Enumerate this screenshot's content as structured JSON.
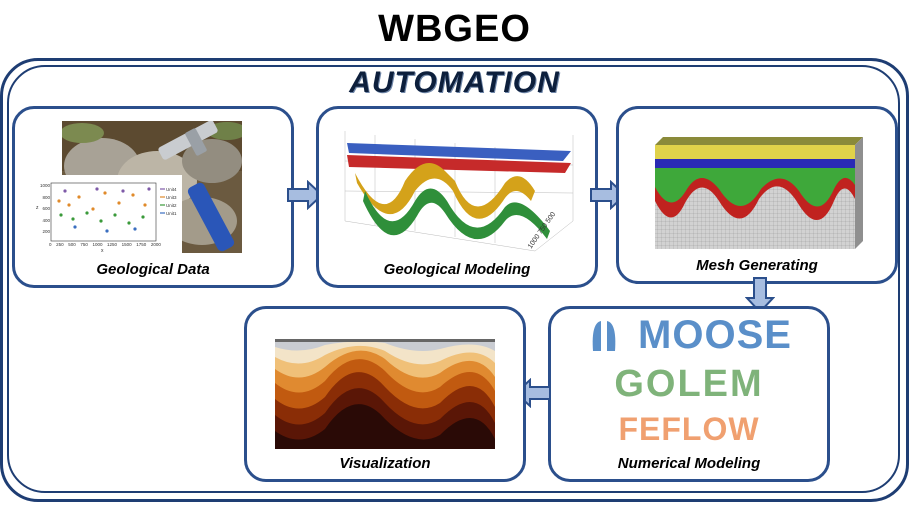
{
  "header": {
    "title": "WBGEO",
    "subtitle": "AUTOMATION"
  },
  "steps": [
    {
      "label": "Geological Data"
    },
    {
      "label": "Geological Modeling"
    },
    {
      "label": "Mesh Generating"
    },
    {
      "label": "Numerical Modeling"
    },
    {
      "label": "Visualization"
    }
  ],
  "software": [
    {
      "name": "MOOSE",
      "color": "#5a8fc9"
    },
    {
      "name": "GOLEM",
      "color": "#7fb37a"
    },
    {
      "name": "FEFLOW",
      "color": "#f0a070"
    }
  ],
  "scatter_plot": {
    "y_ticks": [
      "1000",
      "800",
      "600",
      "400",
      "200"
    ],
    "x_ticks": [
      "0",
      "250",
      "500",
      "750",
      "1000",
      "1250",
      "1500",
      "1750",
      "2000"
    ],
    "ylabel": "z",
    "xlabel": "x",
    "legend": [
      "Unit4",
      "Unit3",
      "Unit2",
      "Unit1"
    ]
  },
  "colors": {
    "frame": "#1e3d73",
    "arrow_fill": "#a7bde0",
    "arrow_stroke": "#2b4f8c",
    "mesh_top": "#e0d24a",
    "mesh_blue": "#2a2ab5",
    "mesh_green": "#3ea83a",
    "mesh_red": "#c0221f",
    "mesh_grey": "#cfcfcf"
  }
}
